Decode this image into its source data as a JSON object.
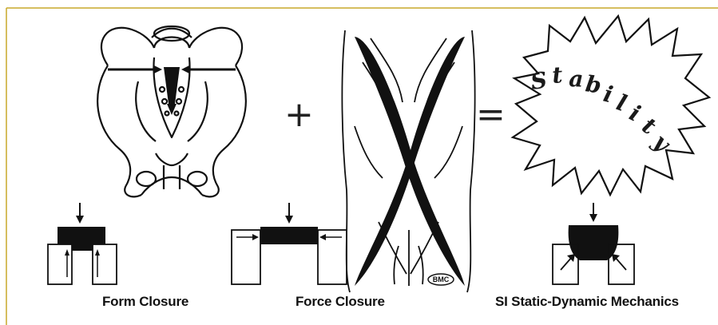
{
  "captions": {
    "form_closure": "Form Closure",
    "force_closure": "Force Closure",
    "si_mechanics": "SI Static-Dynamic Mechanics"
  },
  "operators": {
    "plus": "+",
    "equals": "="
  },
  "stability_word": [
    "S",
    "t",
    "a",
    "b",
    "i",
    "l",
    "i",
    "t",
    "y"
  ],
  "logo_text": "BMC",
  "colors": {
    "frame_line": "#c8a92a",
    "ink": "#111111",
    "background": "#ffffff"
  },
  "icons": {
    "pelvis": "pelvis-illustration-icon",
    "muscles": "crossed-muscles-back-icon",
    "starburst": "stability-starburst-icon",
    "form_closure_block": "form-closure-block-icon",
    "force_closure_block": "force-closure-block-icon",
    "si_block": "si-block-icon"
  }
}
